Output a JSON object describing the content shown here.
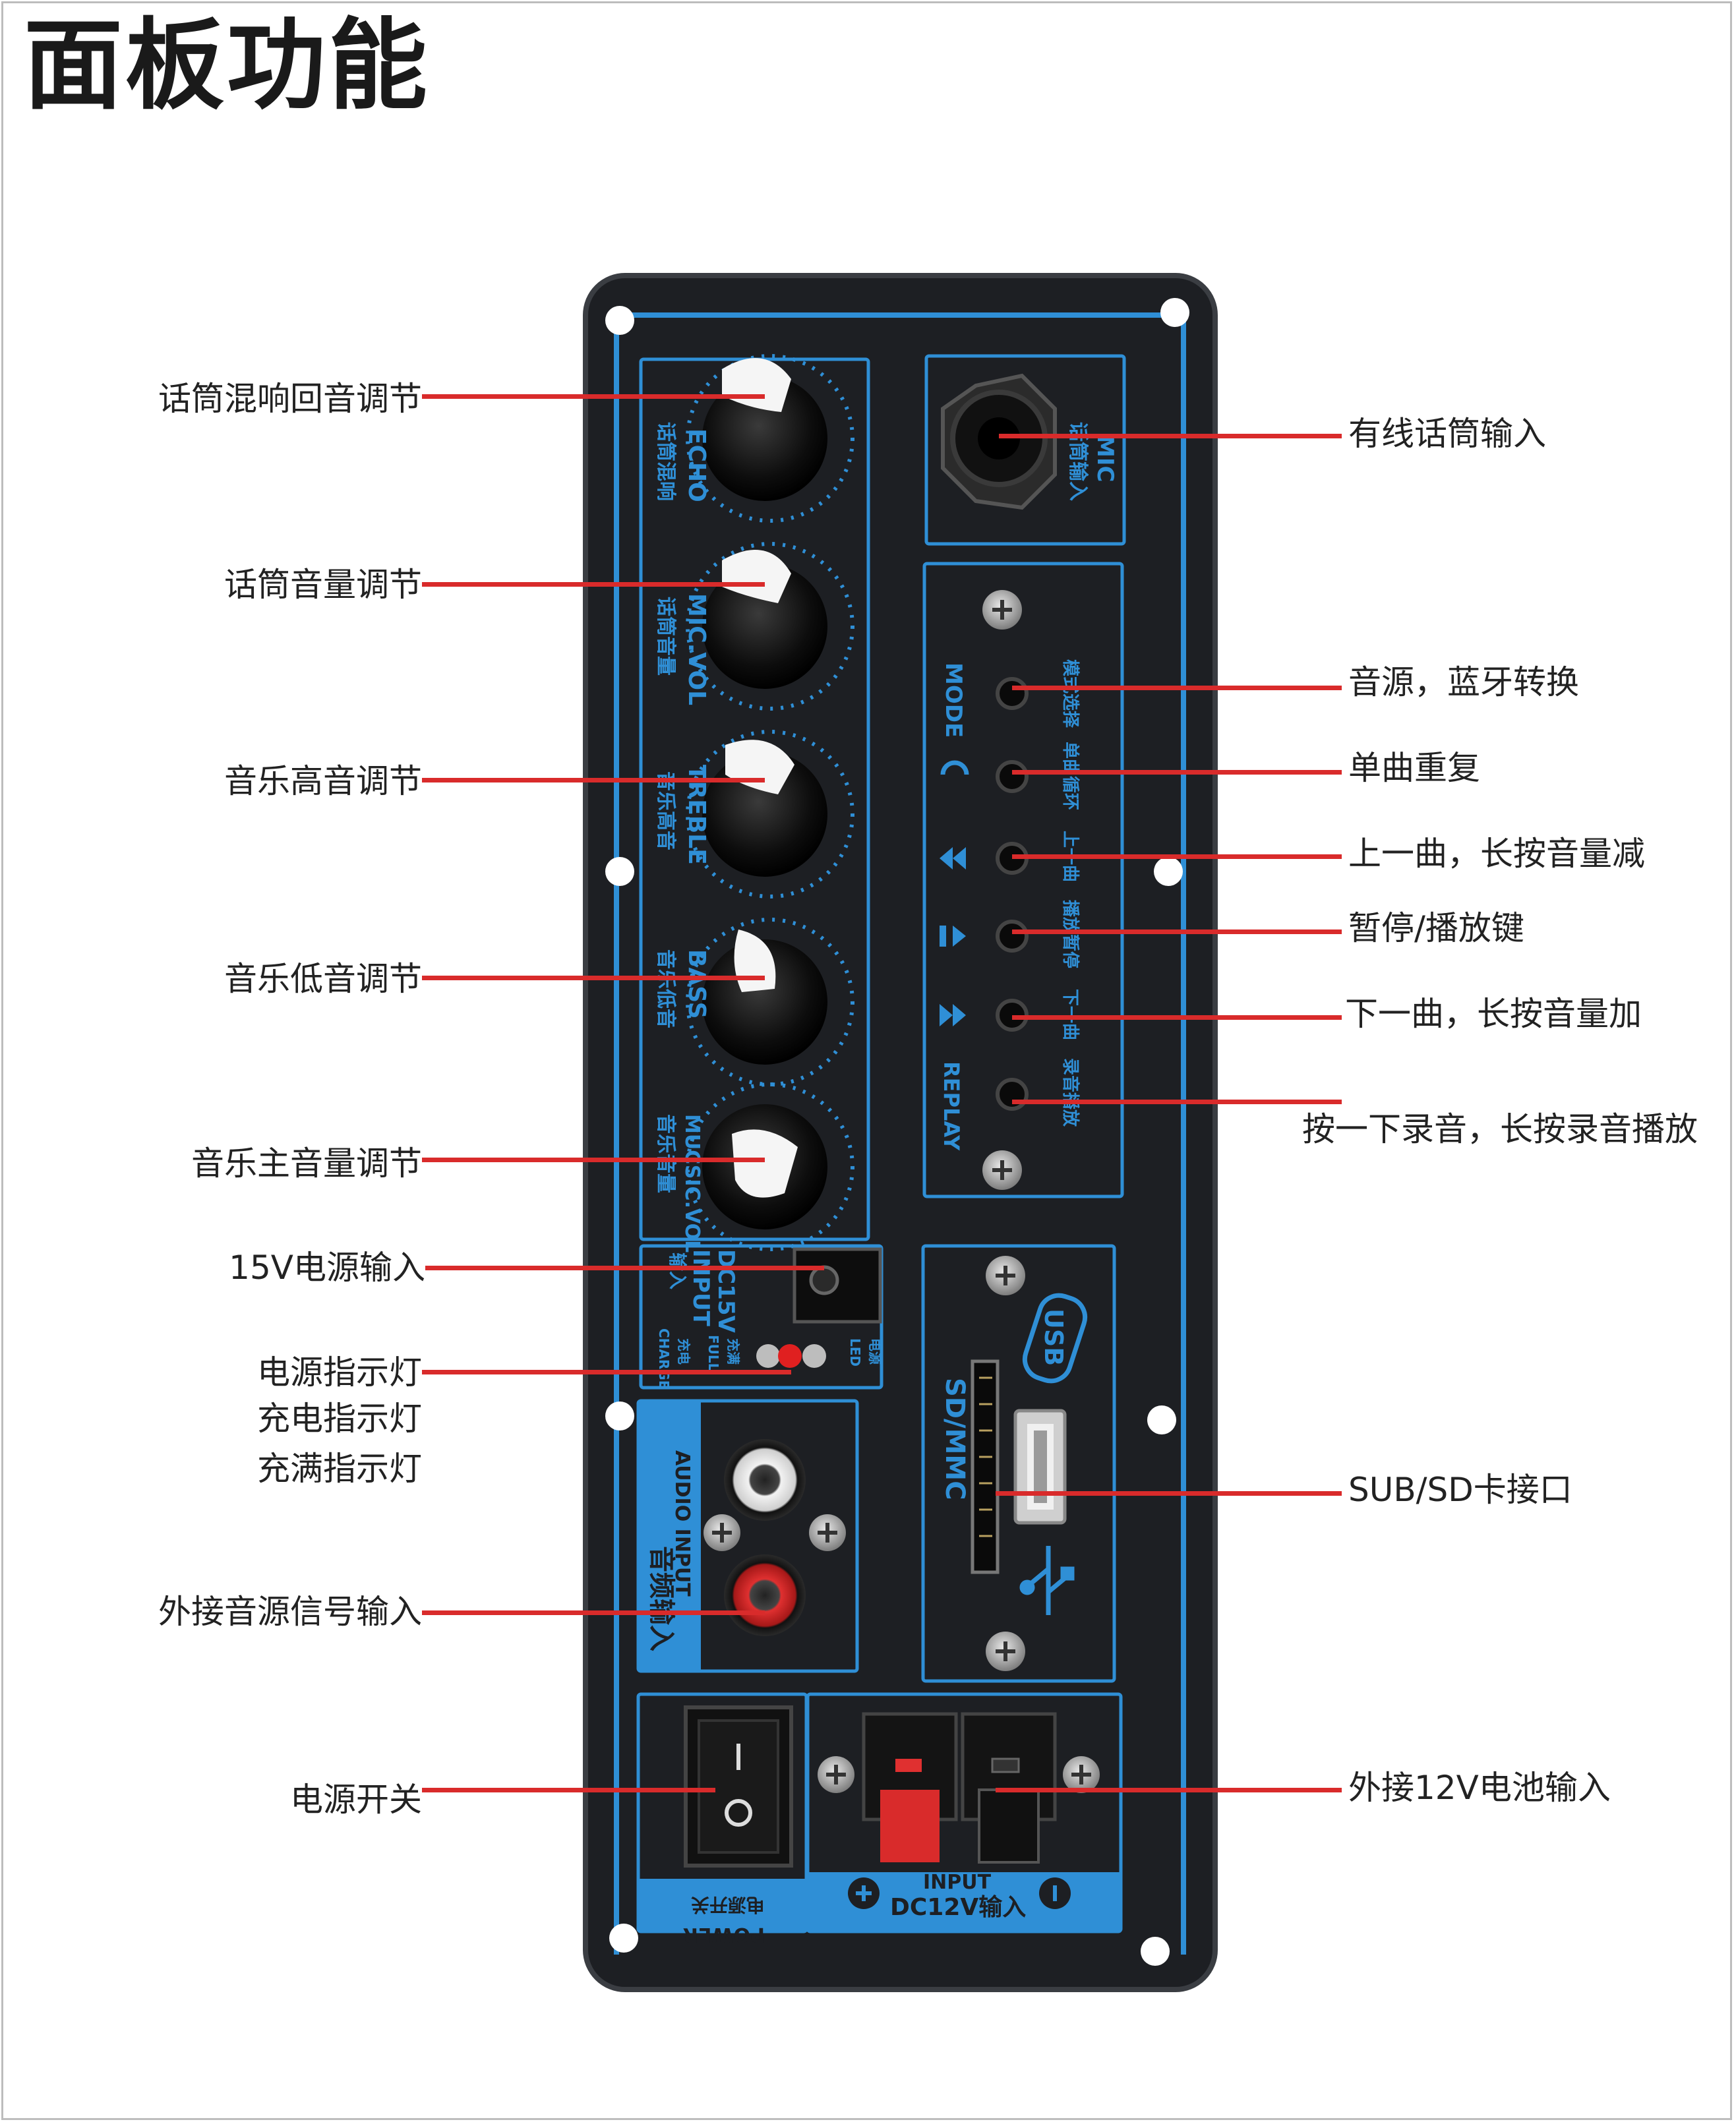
{
  "title": "面板功能",
  "colors": {
    "panel": "#1e2024",
    "panel_border": "#3a3d42",
    "accent_blue": "#2f8fd6",
    "leader_red": "#d92b2b",
    "text": "#222222"
  },
  "left_callouts": [
    {
      "id": "echo",
      "text": "话筒混响回音调节"
    },
    {
      "id": "mic-vol",
      "text": "话筒音量调节"
    },
    {
      "id": "treble",
      "text": "音乐高音调节"
    },
    {
      "id": "bass",
      "text": "音乐低音调节"
    },
    {
      "id": "music-vol",
      "text": "音乐主音量调节"
    },
    {
      "id": "dc15v",
      "text": "15V电源输入"
    },
    {
      "id": "power-led",
      "text": "电源指示灯"
    },
    {
      "id": "charge-led",
      "text": "充电指示灯"
    },
    {
      "id": "full-led",
      "text": "充满指示灯"
    },
    {
      "id": "audio-in",
      "text": "外接音源信号输入"
    },
    {
      "id": "power-switch",
      "text": "电源开关"
    }
  ],
  "right_callouts": [
    {
      "id": "mic-in",
      "text": "有线话筒输入"
    },
    {
      "id": "mode",
      "text": "音源，蓝牙转换"
    },
    {
      "id": "repeat",
      "text": "单曲重复"
    },
    {
      "id": "prev",
      "text": "上一曲，长按音量减"
    },
    {
      "id": "play",
      "text": "暂停/播放键"
    },
    {
      "id": "next",
      "text": "下一曲，长按音量加"
    },
    {
      "id": "record",
      "text": "按一下录音，长按录音播放"
    },
    {
      "id": "usb-sd",
      "text": "SUB/SD卡接口"
    },
    {
      "id": "dc12v",
      "text": "外接12V电池输入"
    }
  ],
  "panel_labels": {
    "echo": "ECHO",
    "echo_cn": "话筒混响",
    "mic_vol": "MIC.VOL",
    "mic_vol_cn": "话筒音量",
    "treble": "TREBLE",
    "treble_cn": "音乐高音",
    "bass": "BASS",
    "bass_cn": "音乐低音",
    "music_vol": "MUCSIC.VOL",
    "music_vol_cn": "音乐音量",
    "mic": "MIC",
    "mic_cn": "话筒输入",
    "mode": "MODE",
    "replay": "REPLAY",
    "dc15v": "DC15V",
    "input": "INPUT",
    "input_cn": "输入",
    "charge": "CHARGE",
    "charge_cn": "充电",
    "full": "FULL",
    "full_cn": "充满",
    "led": "LED",
    "led_cn": "电源",
    "audio_input": "AUDIO INPUT",
    "audio_input_cn": "音频输入",
    "sd_mmc": "SD/MMC",
    "usb": "USB",
    "power": "POWER",
    "power_cn": "电源开关",
    "dc12v_input": "INPUT",
    "dc12v": "DC12V输入",
    "btn_mode_cn": "模式选择",
    "btn_repeat_cn": "单曲循环",
    "btn_prev_cn": "上一曲",
    "btn_play_cn": "播放暂停",
    "btn_next_cn": "下一曲",
    "btn_rec_cn": "录音播放"
  }
}
